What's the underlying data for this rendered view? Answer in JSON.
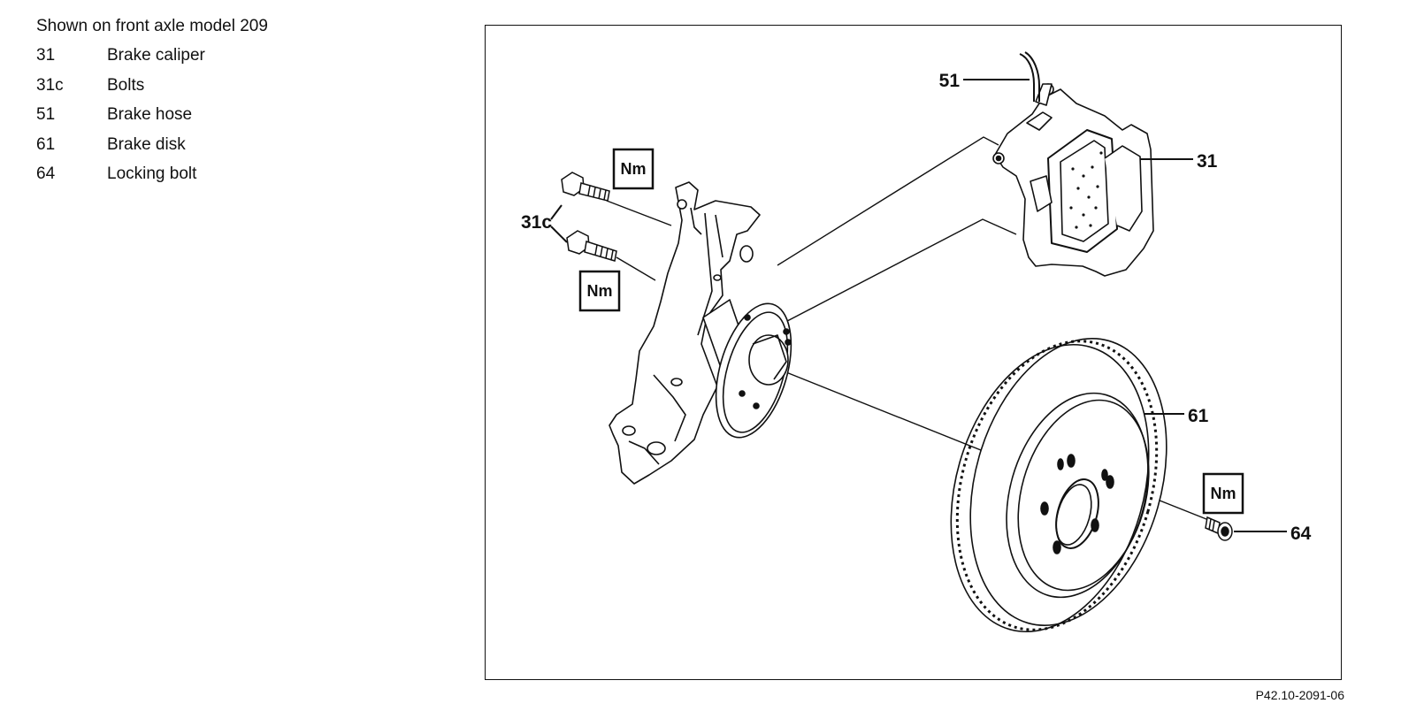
{
  "legend": {
    "title": "Shown on front axle model 209",
    "items": [
      {
        "number": "31",
        "text": "Brake caliper"
      },
      {
        "number": "31c",
        "text": "Bolts"
      },
      {
        "number": "51",
        "text": "Brake hose"
      },
      {
        "number": "61",
        "text": "Brake disk"
      },
      {
        "number": "64",
        "text": "Locking bolt"
      }
    ]
  },
  "diagram": {
    "callouts": {
      "hose": "51",
      "caliper": "31",
      "bolts": "31c",
      "disk": "61",
      "locking_bolt": "64"
    },
    "torque_label": "Nm",
    "figure_code": "P42.10-2091-06"
  }
}
